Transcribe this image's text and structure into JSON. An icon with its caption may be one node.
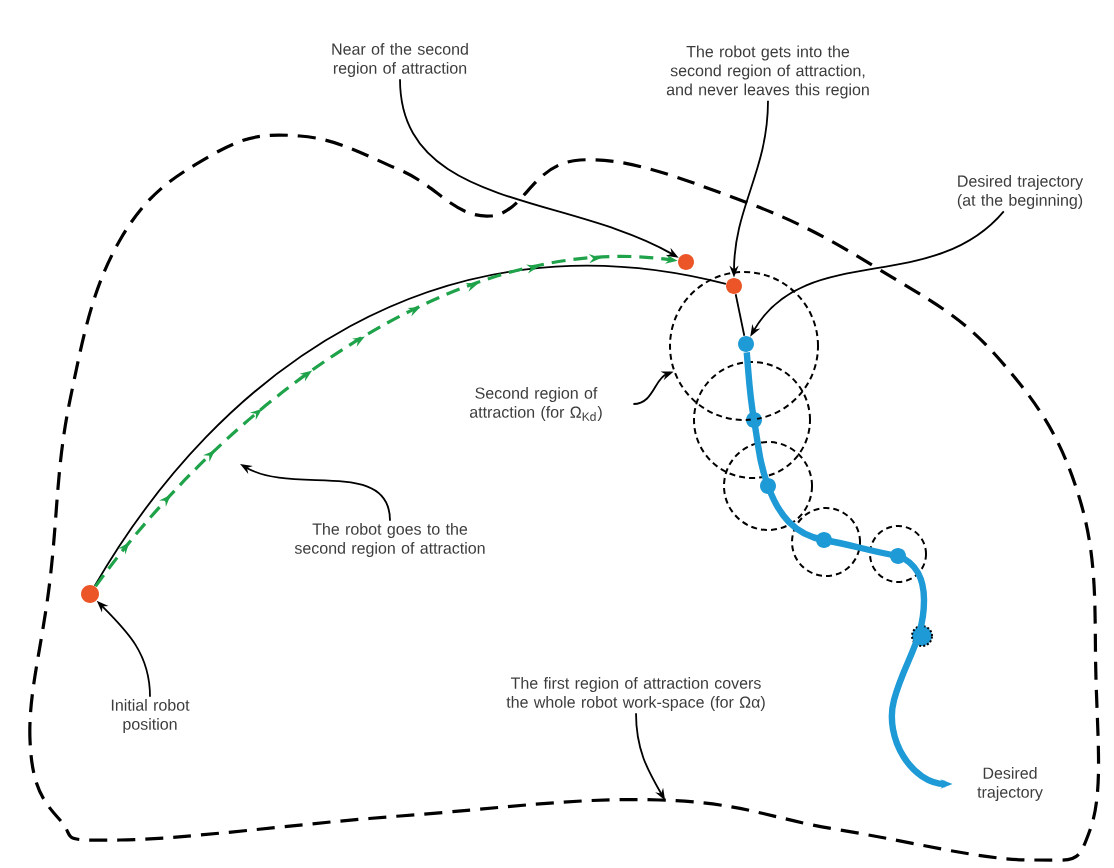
{
  "diagram": {
    "nodes": [
      {
        "text": [
          "Near of the second region of attraction"
        ]
      },
      {
        "text": [
          "The robot gets into the second region of attraction, and never leaves this region"
        ]
      },
      {
        "text": [
          "Desired trajectory (at the beginning)"
        ]
      },
      {
        "text": [
          "Second region of attraction (for Ω$_{Kd}$)"
        ],
        "in": 13
      },
      {
        "text": [
          "The robot goes to the second region of attraction"
        ],
        "in": 13
      },
      {
        "text": [
          "Initial robot position"
        ],
        "in": 13
      },
      {
        "text": [
          "The first region of attraction covers the whole robot work-space (for Ωα)"
        ],
        "in": 13
      },
      {
        "text": [
          "Desired trajectory"
        ],
        "in": 13
      },
      {
        "text": [],
        "shape": "circle",
        "in": 13
      },
      {
        "text": [],
        "shape": "circle",
        "in": 11
      },
      {
        "text": [],
        "shape": "circle",
        "in": 11
      },
      {
        "text": [],
        "shape": "circle",
        "in": 13
      },
      {
        "text": [],
        "shape": "circle",
        "in": 13
      },
      {
        "text": [],
        "shape": "cloud"
      }
    ],
    "edges": [
      {
        "from": 12,
        "to": 9,
        "arrow": "none"
      },
      {
        "from": 12,
        "to": 8,
        "arrow": "to",
        "style": "dashed",
        "color": "#1fa34a"
      },
      {
        "from": 9,
        "to": 10,
        "arrow": "none"
      },
      {
        "from": 10,
        "to": 7,
        "arrow": "to",
        "style": "thick",
        "color": "#1e9ad6"
      },
      {
        "from": 0,
        "to": 8,
        "arrow": "to"
      },
      {
        "from": 1,
        "to": 9,
        "arrow": "to"
      },
      {
        "from": 2,
        "to": 10,
        "arrow": "to"
      },
      {
        "from": 3,
        "to": 11,
        "arrow": "to"
      },
      {
        "from": 4,
        "to": null,
        "arrow": "to"
      },
      {
        "from": 5,
        "to": 12,
        "arrow": "to"
      },
      {
        "from": 6,
        "to": 13,
        "arrow": "to"
      }
    ]
  }
}
